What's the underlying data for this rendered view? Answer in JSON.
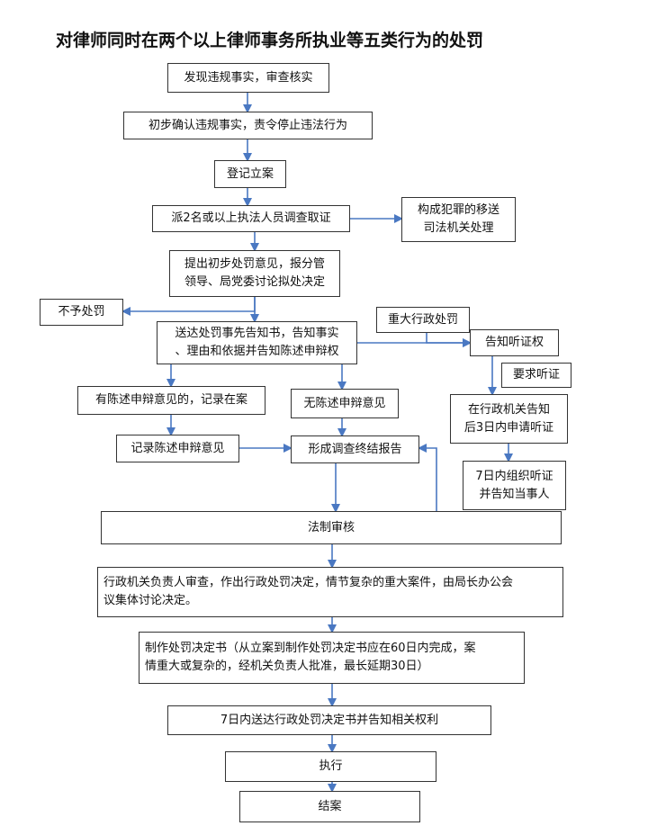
{
  "title": "对律师同时在两个以上律师事务所执业等五类行为的处罚",
  "colors": {
    "arrow": "#4a78c2",
    "border": "#333333",
    "text": "#111111"
  },
  "nodes": {
    "discover": "发现违规事实，审查核实",
    "confirm": "初步确认违规事实，责令停止违法行为",
    "register": "登记立案",
    "investigate": "派2名或以上执法人员调查取证",
    "crime": "构成犯罪的移送\n司法机关处理",
    "opinion": "提出初步处罚意见，报分管\n领导、局党委讨论拟处决定",
    "no_penalty": "不予处罚",
    "notice": "送达处罚事先告知书，告知事实\n、理由和依据并告知陈述申辩权",
    "major": "重大行政处罚",
    "hearing_right": "告知听证权",
    "request_hearing": "要求听证",
    "has_statement": "有陈述申辩意见的，记录在案",
    "no_statement": "无陈述申辩意见",
    "apply_hearing": "在行政机关告知\n后3日内申请听证",
    "record_statement": "记录陈述申辩意见",
    "report": "形成调查终结报告",
    "organize_hearing": "7日内组织听证\n并告知当事人",
    "legal_review": "法制审核",
    "decision": "行政机关负责人审查，作出行政处罚决定，情节复杂的重大案件，由局长办公会\n议集体讨论决定。",
    "make_decision": "制作处罚决定书（从立案到制作处罚决定书应在60日内完成，案\n情重大或复杂的，经机关负责人批准，最长延期30日）",
    "deliver": "7日内送达行政处罚决定书并告知相关权利",
    "execute": "执行",
    "close": "结案"
  }
}
